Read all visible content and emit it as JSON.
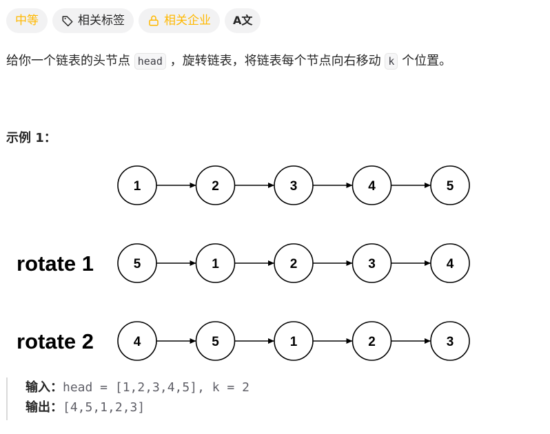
{
  "tags": {
    "difficulty": "中等",
    "topics": "相关标签",
    "companies": "相关企业",
    "translate": "A文"
  },
  "description": {
    "part1": "给你一个链表的头节点",
    "code_head": "head",
    "part2": "，旋转链表，将链表每个节点向右移动",
    "code_k": "k",
    "part3": "个位置。"
  },
  "example": {
    "title": "示例 1：",
    "rows": [
      {
        "label": "",
        "nodes": [
          "1",
          "2",
          "3",
          "4",
          "5"
        ]
      },
      {
        "label": "rotate 1",
        "nodes": [
          "5",
          "1",
          "2",
          "3",
          "4"
        ]
      },
      {
        "label": "rotate 2",
        "nodes": [
          "4",
          "5",
          "1",
          "2",
          "3"
        ]
      }
    ],
    "input_label": "输入：",
    "input_value": "head = [1,2,3,4,5], k = 2",
    "output_label": "输出：",
    "output_value": "[4,5,1,2,3]"
  },
  "colors": {
    "accent": "#ffb800",
    "tag_bg": "#f2f2f3",
    "text": "#262626"
  },
  "icons": {
    "topics": "tag-icon",
    "companies": "lock-icon",
    "translate": "translate-icon"
  }
}
